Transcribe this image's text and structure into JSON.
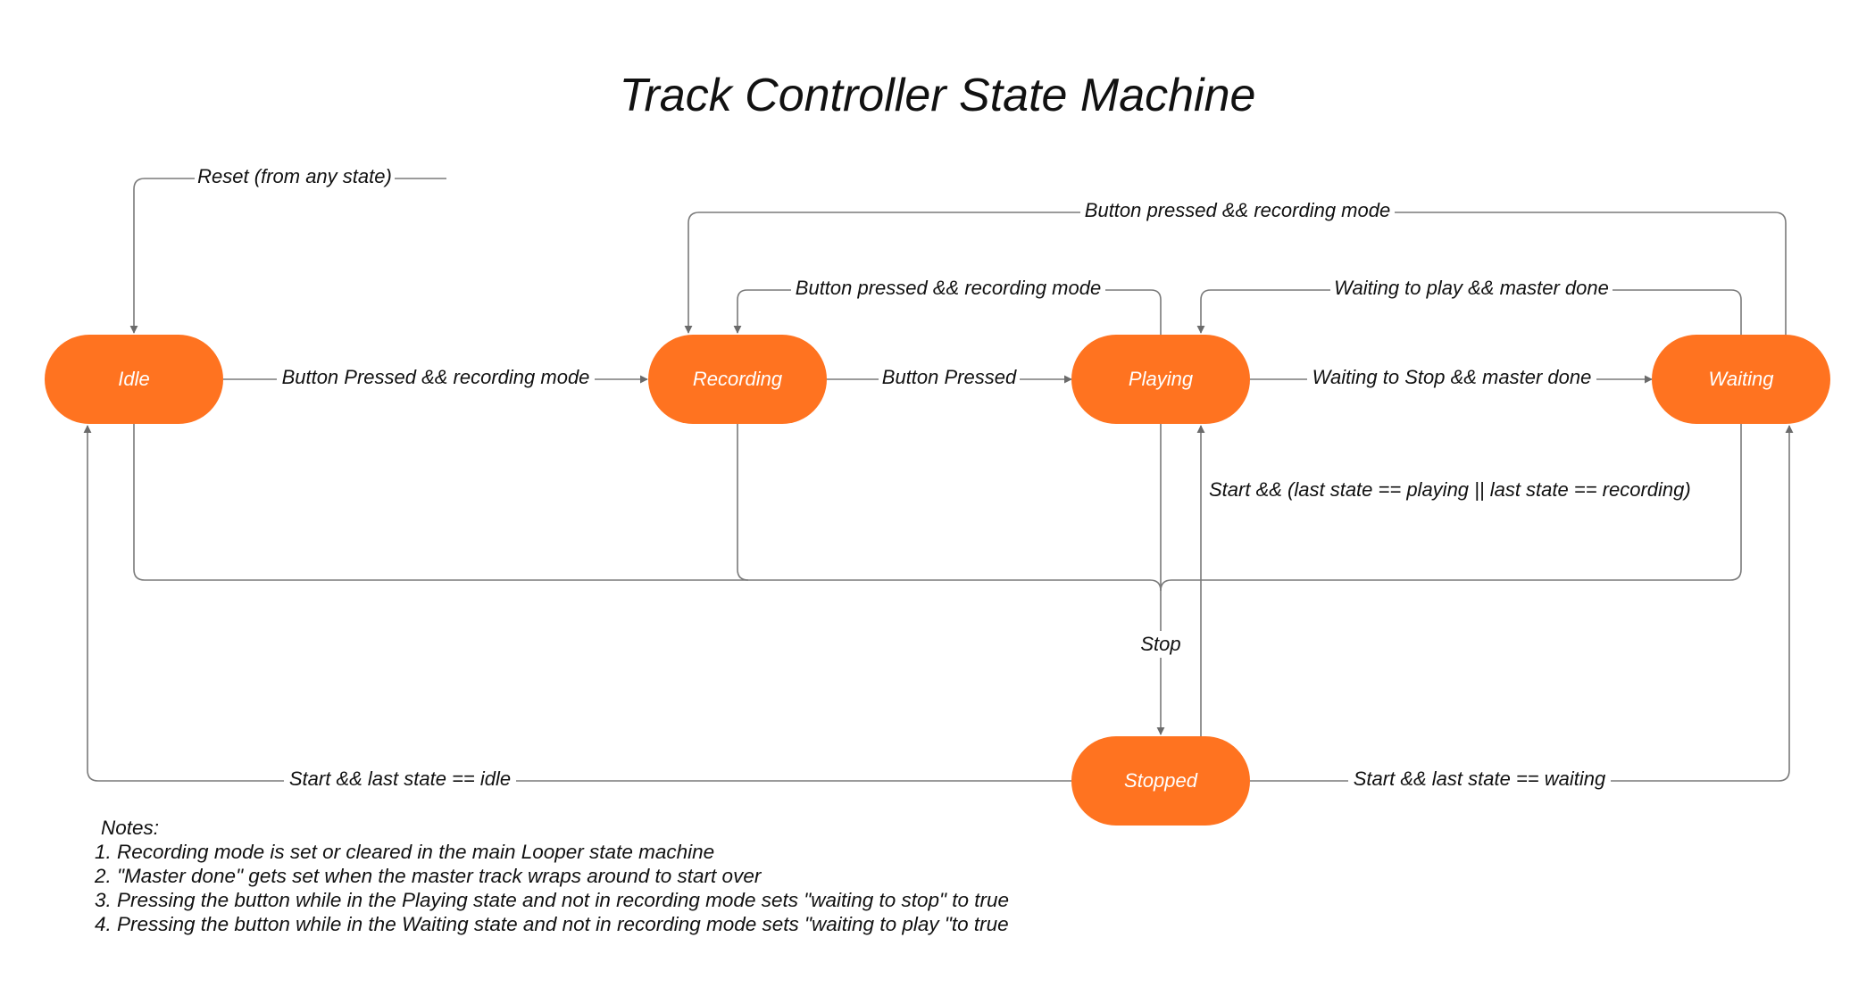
{
  "title": "Track Controller State Machine",
  "colors": {
    "node_fill": "#ff7320",
    "node_text": "#ffffff",
    "edge": "#7a7a7a",
    "text": "#111111"
  },
  "nodes": {
    "idle": "Idle",
    "recording": "Recording",
    "playing": "Playing",
    "waiting": "Waiting",
    "stopped": "Stopped"
  },
  "edges": {
    "reset": "Reset (from any state)",
    "idle_to_recording": "Button Pressed && recording mode",
    "recording_to_playing": "Button Pressed",
    "playing_to_waiting": "Waiting to Stop && master done",
    "waiting_to_recording": "Button pressed && recording mode",
    "playing_to_recording": "Button pressed && recording mode",
    "waiting_to_playing": "Waiting to play && master done",
    "stopped_to_playing": "Start && (last state == playing || last state == recording)",
    "to_stopped": "Stop",
    "stopped_to_idle": "Start && last state == idle",
    "stopped_to_waiting": "Start && last state == waiting"
  },
  "notes": {
    "heading": "Notes:",
    "items": [
      "1. Recording mode is set or cleared in the main Looper state machine",
      "2. \"Master done\" gets set when the master track wraps around to start over",
      "3. Pressing the button while in the Playing state and not in recording mode sets \"waiting to stop\" to true",
      "4. Pressing the button while in the Waiting state and not in recording mode sets \"waiting to play \"to true"
    ]
  }
}
